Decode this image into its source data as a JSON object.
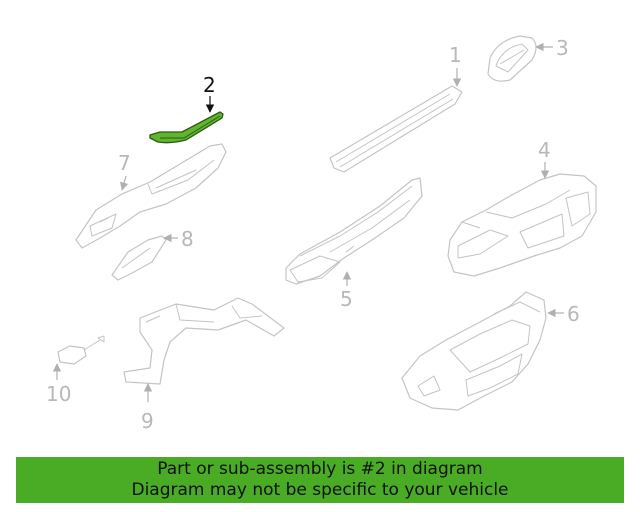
{
  "callouts": {
    "c1": "1",
    "c2": "2",
    "c3": "3",
    "c4": "4",
    "c5": "5",
    "c6": "6",
    "c7": "7",
    "c8": "8",
    "c9": "9",
    "c10": "10"
  },
  "highlighted_part": "2",
  "colors": {
    "highlight": "#5fb52d",
    "banner": "#4aab25",
    "linework": "#c4c4c4"
  },
  "banner": {
    "line1": "Part or sub-assembly is #2 in diagram",
    "line2": "Diagram may not be specific to your vehicle"
  }
}
